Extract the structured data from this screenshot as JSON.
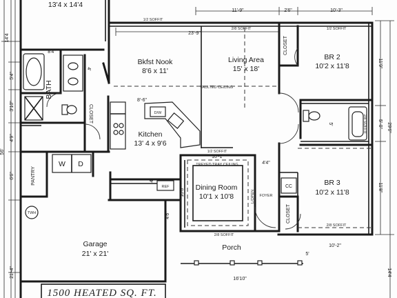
{
  "rooms": {
    "top_left": "13'4 x 14'4",
    "bath": "BATH",
    "closet_bath": "CLOSET",
    "pantry": "PANTRY",
    "wd_w": "W",
    "wd_d": "D",
    "bkfst_name": "Bkfst Nook",
    "bkfst_size": "8'6 x 11'",
    "living_name": "Living Area",
    "living_size": "15' x 18'",
    "kitchen_name": "Kitchen",
    "kitchen_size": "13' 4 x 9'6",
    "dw": "D/W",
    "dining_name": "Dining Room",
    "dining_size": "10'1 x 10'8",
    "br2_name": "BR 2",
    "br2_size": "10'2 x 11'8",
    "br3_name": "BR 3",
    "br3_size": "10'2 x 11'8",
    "closet_br2": "CLOSET",
    "closet_br3": "CLOSET",
    "cc": "CC",
    "garage_name": "Garage",
    "garage_size": "21' x 21'",
    "porch": "Porch",
    "foyer": "FOYER",
    "twh": "TWH",
    "ref": "REF"
  },
  "dimensions": {
    "top_11_9": "11'-9\"",
    "top_2_6": "2'6\"",
    "top_10_3": "10'-3\"",
    "span_23_9": "23'-9\"",
    "bath_8_4": "8'4\"",
    "dim_4": "4'",
    "left_5_4": "5'4\"",
    "left_3_10": "3'10\"",
    "left_4_9": "4'9\"",
    "left_6_6": "6'6\"",
    "left_21_4": "21'-4\"",
    "left_outer_56": "56'",
    "left_outer_14_4": "14'4",
    "right_11_9": "11'9\"",
    "right_5_0": "5'-0\"",
    "right_11_8": "11'8\"",
    "right_outer_29_6": "29'6\"",
    "right_outer_14_4": "14'4",
    "kitchen_8_6": "8'-6\"",
    "dining_10_1": "10'-1\"",
    "foyer_4_4": "4'4\"",
    "dining_10_8": "10'8\"",
    "porch_4_6": "4'6\"",
    "bottom_10_2": "10'-2\"",
    "bottom_5": "5'",
    "bottom_16_10": "16'10\"",
    "dim_5_side": "5'",
    "dim_4_side": "4'"
  },
  "notes": {
    "soffit_top": "1/2 SOFFIT",
    "soffit_mid": "2/8 SOFFIT",
    "vaulted": "VAULTED CEILING",
    "soffit_right_a": "1/2 SOFFIT",
    "soffit_right_b": "2/8 SOFFIT",
    "soffit_right_c": "2/8 SOFFIT",
    "tray": "TREYED TRAY CEILING",
    "soffit_dining": "1/2 SOFFIT",
    "soffit_porch": "2/8 SOFFIT",
    "lopen": "L/OPEN",
    "title": "1500 HEATED SQ. FT."
  }
}
